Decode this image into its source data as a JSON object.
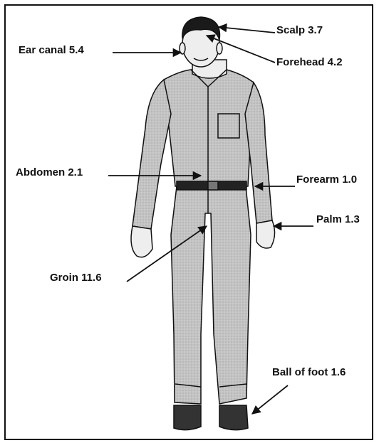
{
  "labels": {
    "scalp": "Scalp 3.7",
    "ear_canal": "Ear canal 5.4",
    "forehead": "Forehead 4.2",
    "abdomen": "Abdomen 2.1",
    "forearm": "Forearm 1.0",
    "palm": "Palm 1.3",
    "groin": "Groin 11.6",
    "ball_of_foot": "Ball of foot 1.6"
  },
  "colors": {
    "ink": "#111111",
    "clothing": "#bdbdbd",
    "skin": "#eeeeee",
    "hair": "#1a1a1a"
  }
}
